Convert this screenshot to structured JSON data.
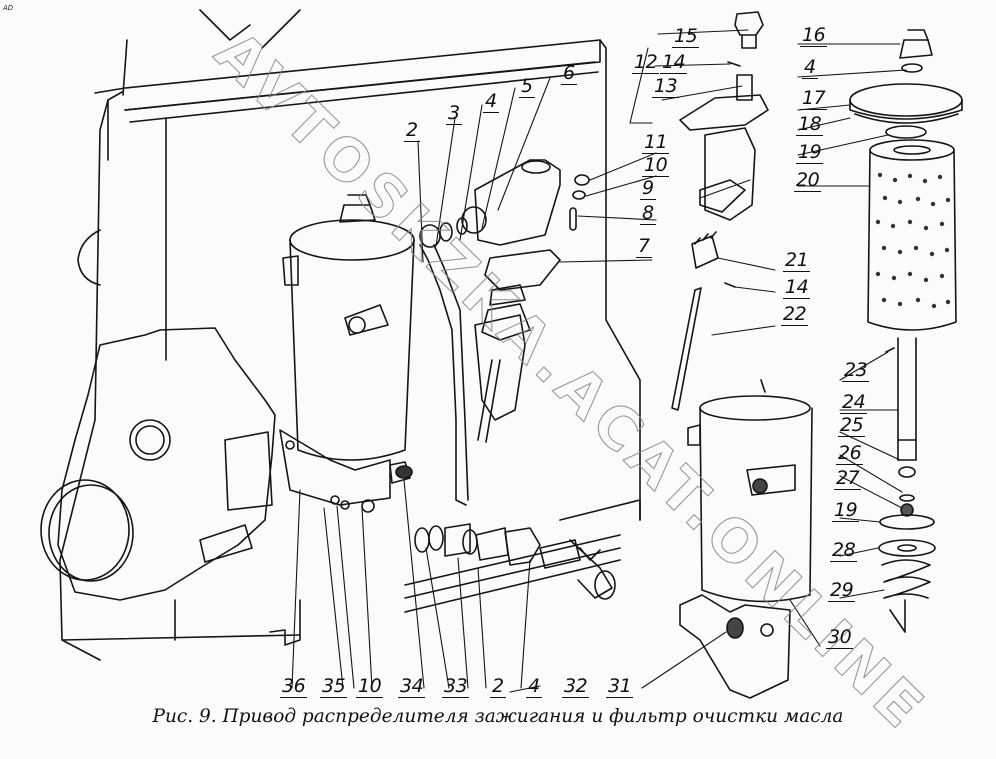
{
  "figure": {
    "caption": "Рис. 9. Привод распределителя зажигания и фильтр очистки масла",
    "corner_mark": "AD",
    "watermark": "AVTOSKZKA.ACAT.ONLINE"
  },
  "callouts": {
    "top_left_group": [
      "2",
      "3",
      "4",
      "5",
      "6"
    ],
    "drive_group": [
      "11",
      "10",
      "9",
      "8",
      "7"
    ],
    "shaft_top_group": [
      "15",
      "12",
      "14",
      "13"
    ],
    "gear_group": [
      "21",
      "14",
      "22"
    ],
    "filter_top_group": [
      "16",
      "4",
      "17",
      "18",
      "19",
      "20"
    ],
    "filter_rod_group": [
      "23",
      "24",
      "25",
      "26",
      "27",
      "19",
      "28",
      "29",
      "30"
    ],
    "bottom_row": [
      "36",
      "35",
      "10",
      "34",
      "33",
      "2",
      "4",
      "32",
      "31"
    ]
  }
}
